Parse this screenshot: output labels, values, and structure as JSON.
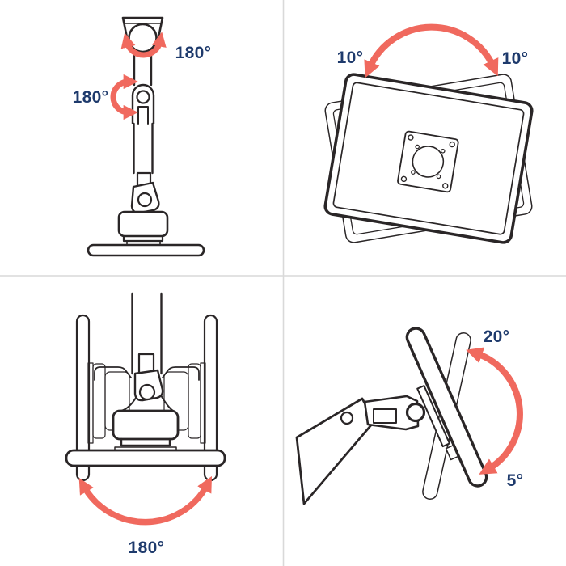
{
  "colors": {
    "background": "#ffffff",
    "line_art": "#2a2627",
    "accent_arrow": "#f0695e",
    "label_text": "#1e3a6c",
    "divider": "#d9d9d9"
  },
  "quadrants": {
    "arm_fold_side_view": {
      "shoulder_rotation_label": "180°",
      "elbow_rotation_label": "180°"
    },
    "screen_pivot_rear_view": {
      "left_rotation_label": "10°",
      "right_rotation_label": "10°"
    },
    "base_swivel_front_view": {
      "swivel_rotation_label": "180°"
    },
    "screen_tilt_side_view": {
      "backward_tilt_label": "20°",
      "forward_tilt_label": "5°"
    }
  }
}
